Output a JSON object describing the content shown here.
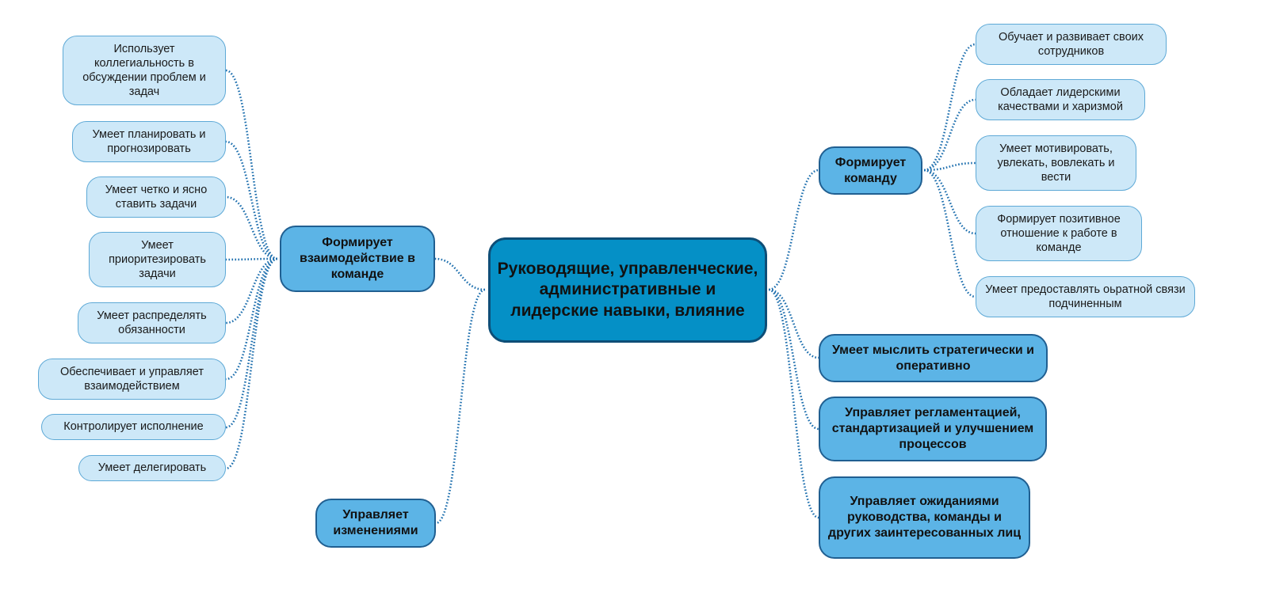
{
  "mindmap": {
    "root": {
      "label": "Руководящие, управленческие, административные и лидерские навыки, влияние"
    },
    "left": [
      {
        "label": "Формирует взаимодействие в команде",
        "children": [
          "Использует коллегиальность в обсуждении проблем и задач",
          "Умеет планировать и прогнозировать",
          "Умеет четко и ясно ставить задачи",
          "Умеет приоритезировать задачи",
          "Умеет распределять обязанности",
          "Обеспечивает и управляет взаимодействием",
          "Контролирует исполнение",
          "Умеет делегировать"
        ]
      },
      {
        "label": "Управляет изменениями",
        "children": []
      }
    ],
    "right": [
      {
        "label": "Формирует команду",
        "children": [
          "Обучает и развивает своих сотрудников",
          "Обладает лидерскими качествами и харизмой",
          "Умеет мотивировать, увлекать, вовлекать и вести",
          "Формирует позитивное отношение к работе в команде",
          "Умеет предоставлять оьратной связи подчиненным"
        ]
      },
      {
        "label": "Умеет мыслить стратегически и оперативно",
        "children": []
      },
      {
        "label": "Управляет регламентацией, стандартизацией и улучшением процессов",
        "children": []
      },
      {
        "label": "Управляет ожиданиями руководства, команды и других заинтересованных лиц",
        "children": []
      }
    ],
    "colors": {
      "root_fill": "#0590c6",
      "root_border": "#0e4e77",
      "branch_fill": "#5cb4e6",
      "branch_border": "#205f91",
      "leaf_fill": "#cde8f8",
      "leaf_border": "#5ea9d6",
      "connector": "#1e6fae"
    }
  }
}
